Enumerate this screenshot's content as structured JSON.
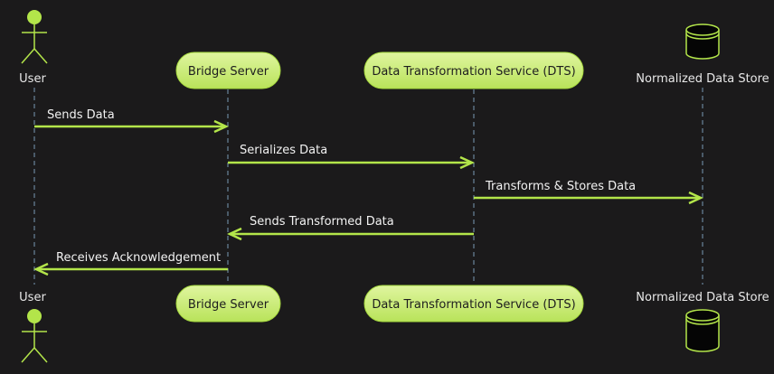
{
  "colors": {
    "background": "#1b1a1b",
    "accent": "#b3e54a",
    "pill_fill": "#c9ec7a",
    "lifeline": "#7a9bb5",
    "text": "#e8e8e8"
  },
  "participants": [
    {
      "id": "user",
      "label": "User",
      "shape": "actor"
    },
    {
      "id": "bridge",
      "label": "Bridge Server",
      "shape": "pill"
    },
    {
      "id": "dts",
      "label": "Data Transformation Service (DTS)",
      "shape": "pill"
    },
    {
      "id": "store",
      "label": "Normalized Data Store",
      "shape": "database"
    }
  ],
  "messages": [
    {
      "from": "user",
      "to": "bridge",
      "label": "Sends Data"
    },
    {
      "from": "bridge",
      "to": "dts",
      "label": "Serializes Data"
    },
    {
      "from": "dts",
      "to": "store",
      "label": "Transforms & Stores Data"
    },
    {
      "from": "dts",
      "to": "bridge",
      "label": "Sends Transformed Data"
    },
    {
      "from": "bridge",
      "to": "user",
      "label": "Receives Acknowledgement"
    }
  ]
}
